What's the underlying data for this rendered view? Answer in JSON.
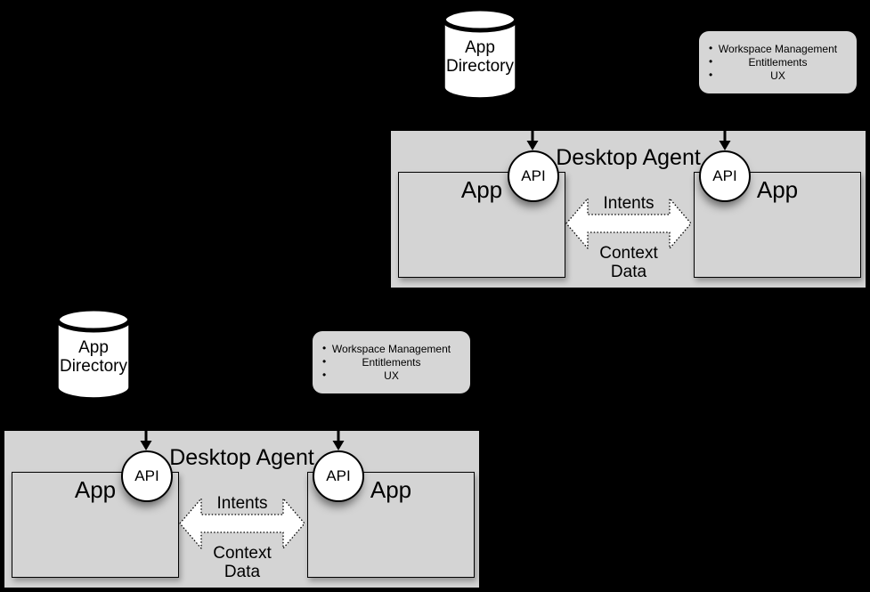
{
  "colors": {
    "background": "#000000",
    "panel_fill": "#d4d4d4",
    "callout_fill": "#d6d6d6",
    "shape_fill": "#ffffff",
    "stroke": "#000000"
  },
  "groups": [
    {
      "app_directory_label": "App Directory",
      "features": [
        "Workspace Management",
        "Entitlements",
        "UX"
      ],
      "desktop_agent_title": "Desktop Agent",
      "apps": [
        {
          "label": "App",
          "api_label": "API"
        },
        {
          "label": "App",
          "api_label": "API"
        }
      ],
      "intents_label": "Intents",
      "context_data_label": "Context Data"
    },
    {
      "app_directory_label": "App Directory",
      "features": [
        "Workspace Management",
        "Entitlements",
        "UX"
      ],
      "desktop_agent_title": "Desktop Agent",
      "apps": [
        {
          "label": "App",
          "api_label": "API"
        },
        {
          "label": "App",
          "api_label": "API"
        }
      ],
      "intents_label": "Intents",
      "context_data_label": "Context Data"
    }
  ]
}
